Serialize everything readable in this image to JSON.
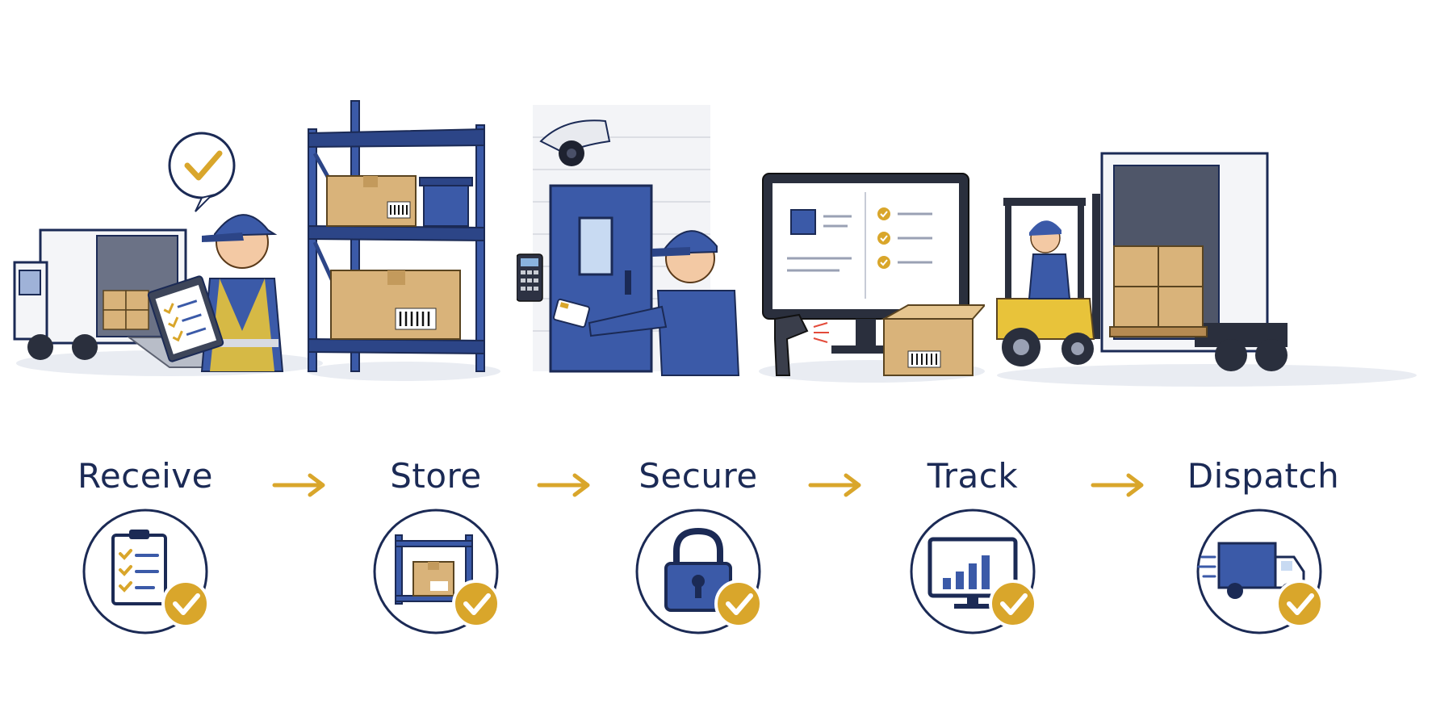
{
  "colors": {
    "navy": "#1b2a55",
    "blue": "#3b5aa8",
    "gold": "#d9a62b",
    "cardboard": "#d9b37a"
  },
  "steps": [
    {
      "label": "Receive",
      "scene_icon": "delivery-truck-worker-clipboard",
      "badge_icon": "checklist-clipboard-icon"
    },
    {
      "label": "Store",
      "scene_icon": "warehouse-shelving-boxes",
      "badge_icon": "shelf-box-icon"
    },
    {
      "label": "Secure",
      "scene_icon": "secure-door-camera-keypad",
      "badge_icon": "padlock-icon"
    },
    {
      "label": "Track",
      "scene_icon": "computer-monitor-barcode-scanner",
      "badge_icon": "monitor-chart-icon"
    },
    {
      "label": "Dispatch",
      "scene_icon": "forklift-loading-truck",
      "badge_icon": "delivery-truck-icon"
    }
  ]
}
